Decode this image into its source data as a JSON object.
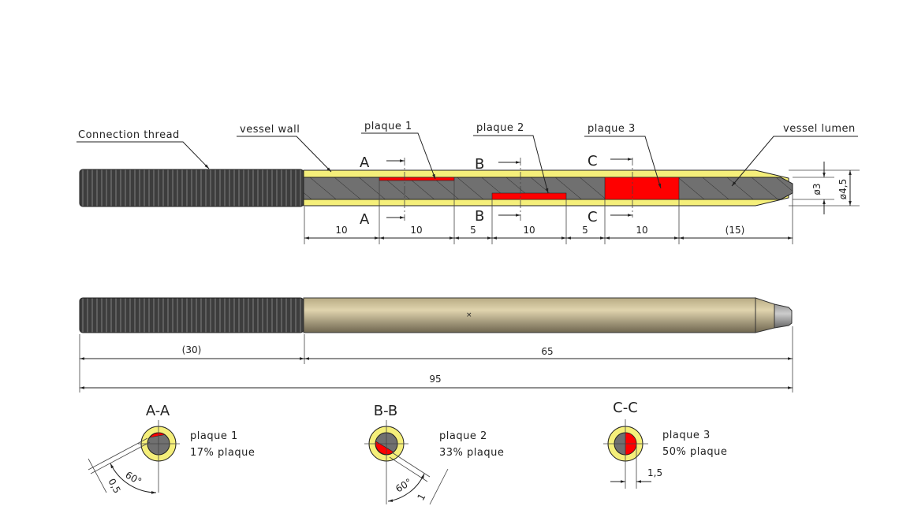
{
  "labels": {
    "connection_thread": "Connection thread",
    "vessel_wall": "vessel wall",
    "plaque1": "plaque 1",
    "plaque2": "plaque 2",
    "plaque3": "plaque 3",
    "vessel_lumen": "vessel lumen"
  },
  "section_markers": {
    "a": "A",
    "b": "B",
    "c": "C"
  },
  "top_dims": [
    "10",
    "10",
    "5",
    "10",
    "5",
    "10",
    "(15)"
  ],
  "diameters": {
    "inner": "ø3",
    "outer": "ø4,5"
  },
  "side_dims": {
    "thread": "(30)",
    "body": "65",
    "total": "95"
  },
  "sections": [
    {
      "title": "A-A",
      "name": "plaque 1",
      "percent": "17% plaque",
      "dim": "0,5",
      "angle": "60°"
    },
    {
      "title": "B-B",
      "name": "plaque 2",
      "percent": "33% plaque",
      "dim": "1",
      "angle": "60°"
    },
    {
      "title": "C-C",
      "name": "plaque 3",
      "percent": "50% plaque",
      "dim": "1,5"
    }
  ],
  "colors": {
    "wall": "#f5ef7a",
    "lumen": "#707070",
    "plaque": "#ff0000",
    "thread": "#3a3a3a",
    "body": "#cdbf94"
  }
}
